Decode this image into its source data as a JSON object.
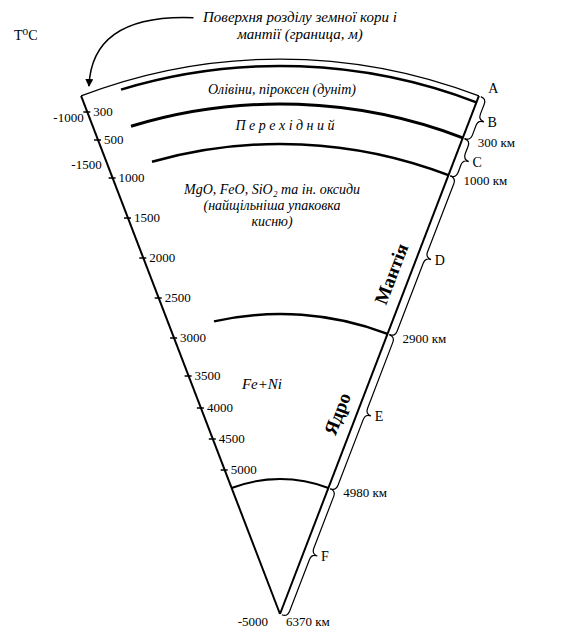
{
  "diagram": {
    "labels": [
      "Поверхня розділу земної кори і мантії (граница, м)",
      "T⁰C",
      "Олівіни, піроксен (дуніт)",
      "П е р е х і д н и й",
      "MgO, FeO, SiO₂ та ін. оксиди (найщільніша упаковка кисню)",
      "Fe+Ni",
      "Мантія",
      "Ядро",
      "-1000",
      "-1500",
      "300",
      "500",
      "1000",
      "1500",
      "2000",
      "2500",
      "3000",
      "3500",
      "4000",
      "4500",
      "5000",
      "-5000",
      "A",
      "B",
      "300 км",
      "C",
      "1000 км",
      "D",
      "2900 км",
      "E",
      "4980 км",
      "F",
      "6370 км"
    ]
  }
}
